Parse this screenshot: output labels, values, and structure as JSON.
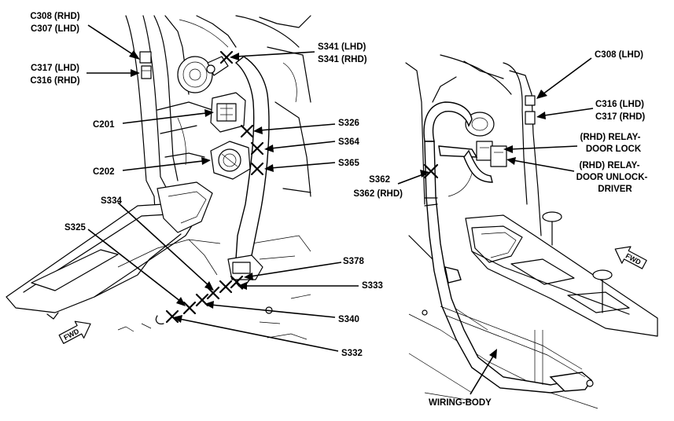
{
  "left_view": {
    "labels": {
      "c308_rhd": "C308 (RHD)",
      "c307_lhd": "C307 (LHD)",
      "c317_lhd": "C317 (LHD)",
      "c316_rhd": "C316 (RHD)",
      "s341_lhd": "S341 (LHD)",
      "s341_rhd": "S341 (RHD)",
      "c201": "C201",
      "c202": "C202",
      "s326": "S326",
      "s364": "S364",
      "s365": "S365",
      "s334": "S334",
      "s325": "S325",
      "s378": "S378",
      "s333": "S333",
      "s340": "S340",
      "s332": "S332"
    },
    "fwd": "FWD"
  },
  "right_view": {
    "labels": {
      "c308_lhd": "C308 (LHD)",
      "c316_lhd": "C316 (LHD)",
      "c317_rhd": "C317 (RHD)",
      "relay_lock_1": "(RHD) RELAY-",
      "relay_lock_2": "DOOR LOCK",
      "relay_unlock_1": "(RHD) RELAY-",
      "relay_unlock_2": "DOOR UNLOCK-",
      "relay_unlock_3": "DRIVER",
      "s362": "S362",
      "s362_rhd": "S362 (RHD)",
      "wiring_body": "WIRING-BODY"
    },
    "fwd": "FWD"
  }
}
